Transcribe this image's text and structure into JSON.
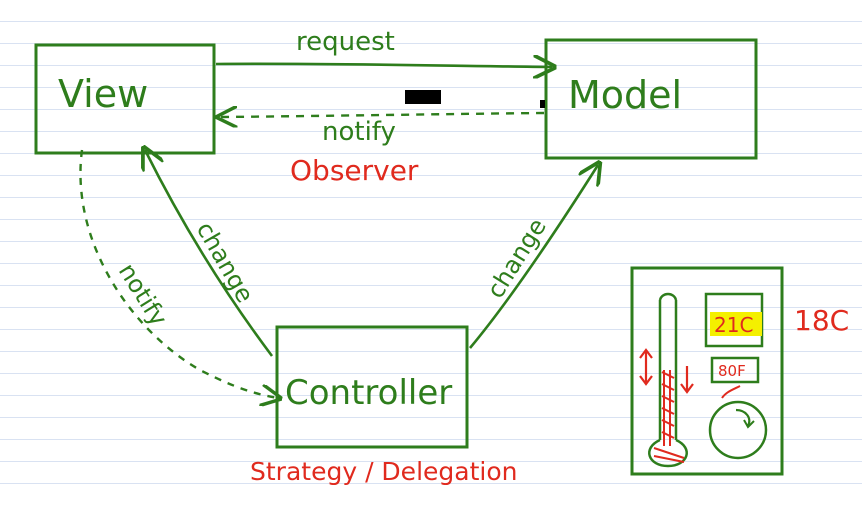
{
  "colors": {
    "ink_green": "#2e7d1c",
    "ink_red": "#e02a1e",
    "highlight_yellow": "#f4f000",
    "paper_line": "#d9e2f2",
    "redaction": "#000000"
  },
  "nodes": {
    "view": "View",
    "model": "Model",
    "controller": "Controller"
  },
  "edges": {
    "request": "request",
    "notify_top": "notify",
    "change_left": "change",
    "change_right": "change",
    "notify_left": "notify"
  },
  "patterns": {
    "observer": "Observer",
    "strategy": "Strategy / Delegation"
  },
  "thermostat": {
    "setpoint": "21C",
    "fahrenheit": "80F",
    "current": "18C"
  }
}
